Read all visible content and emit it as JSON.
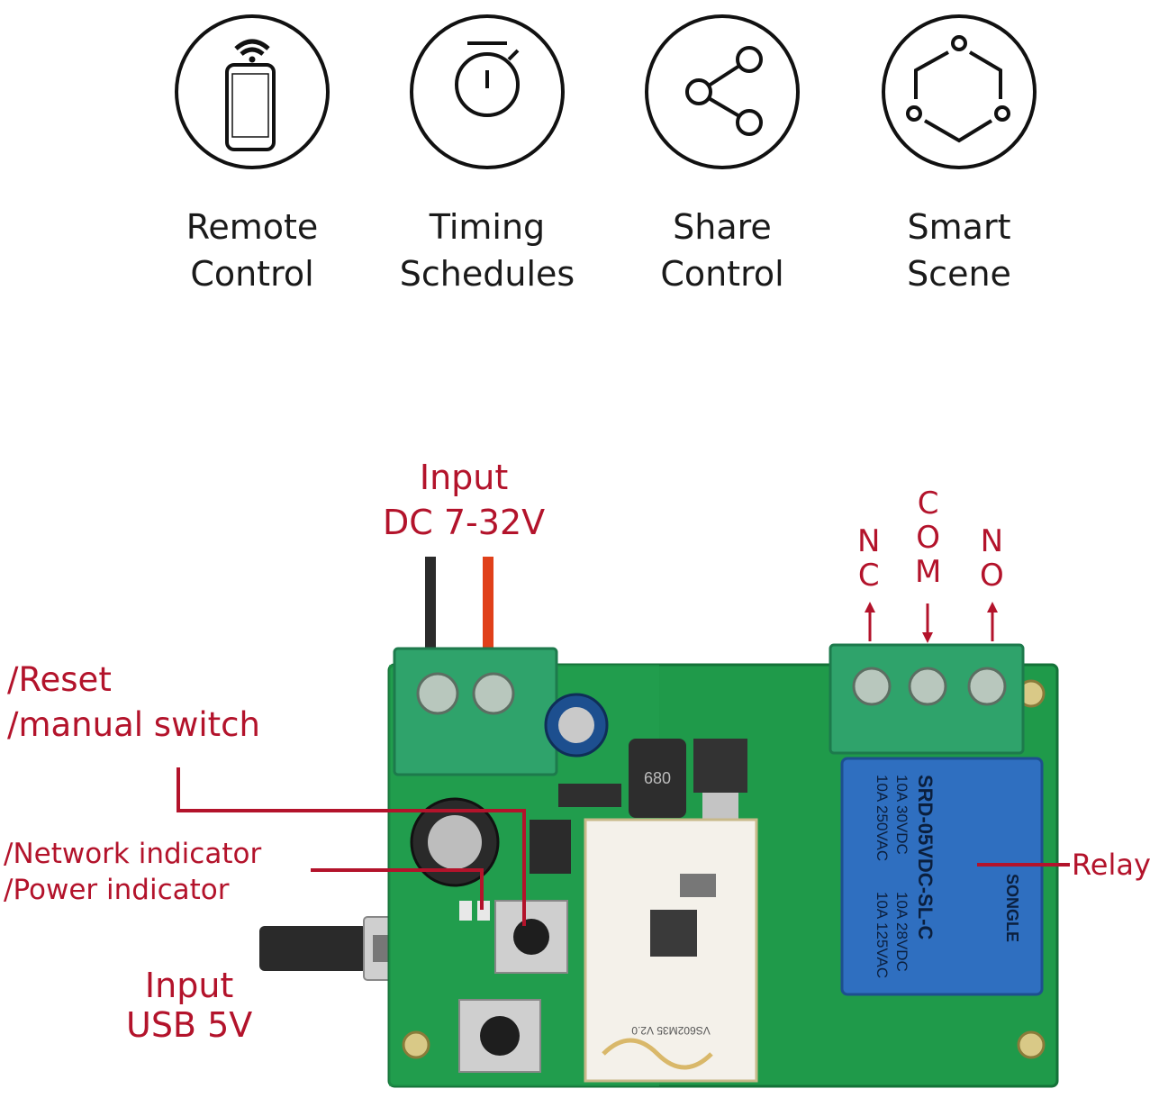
{
  "features": [
    {
      "icon": "smartphone-wifi-icon",
      "label": "Remote\nControl"
    },
    {
      "icon": "stopwatch-icon",
      "label": "Timing\nSchedules"
    },
    {
      "icon": "share-icon",
      "label": "Share\nControl"
    },
    {
      "icon": "smart-scene-icon",
      "label": "Smart\nScene"
    }
  ],
  "callouts": {
    "input_dc": "Input\nDC 7-32V",
    "reset": "/Reset\n/manual switch",
    "indicators": "/Network indicator\n/Power indicator",
    "input_usb": "Input\nUSB 5V",
    "relay": "Relay",
    "nc": "N\nC",
    "com": "C\nO\nM",
    "no": "N\nO"
  },
  "board_print": {
    "relay_lines": [
      "10A 250VAC",
      "10A 30VDC",
      "10A 125VAC",
      "10A 28VDC",
      "SRD-05VDC-SL-C"
    ],
    "relay_brand": "SONGLE",
    "module_text": "VS602M35 V2.0",
    "inductor_text": "680"
  },
  "colors": {
    "accent_red": "#b3132b",
    "board_green": "#1f9a4a",
    "terminal_green": "#2fa36b",
    "relay_blue": "#2f6fc0"
  }
}
